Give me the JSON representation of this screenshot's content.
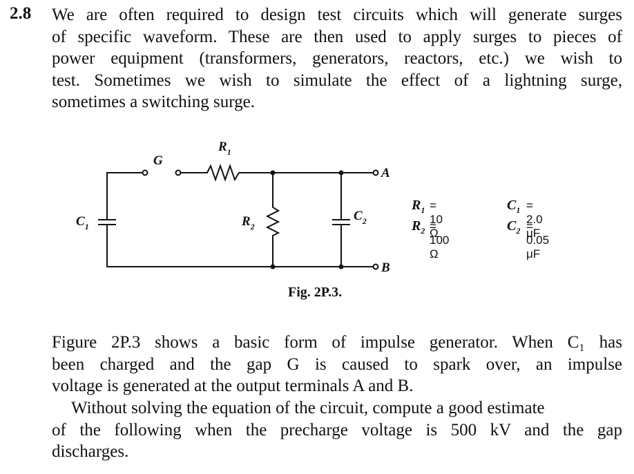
{
  "problem": {
    "number": "2.8",
    "intro_lines": [
      "We are often required to design test circuits which will generate surges",
      "of specific waveform. These are then used to apply surges to pieces of",
      "power equipment (transformers, generators, reactors, etc.) we wish to",
      "test. Sometimes we wish to simulate the effect of a lightning surge,",
      "sometimes a switching surge."
    ]
  },
  "figure": {
    "caption": "Fig. 2P.3.",
    "labels": {
      "R1": "R",
      "R1_sub": "1",
      "R2": "R",
      "R2_sub": "2",
      "C1": "C",
      "C1_sub": "1",
      "C2": "C",
      "C2_sub": "2",
      "G": "G",
      "A": "A",
      "B": "B"
    },
    "parameters": [
      {
        "sym": "R",
        "sub": "1",
        "value": "= 10 Ω"
      },
      {
        "sym": "C",
        "sub": "1",
        "value": "= 2.0 μF"
      },
      {
        "sym": "R",
        "sub": "2",
        "value": "= 100 Ω"
      },
      {
        "sym": "C",
        "sub": "2",
        "value": "= 0.05 μF"
      }
    ]
  },
  "body": {
    "p1_lines": [
      "Figure 2P.3 shows a basic form of impulse generator. When C₁ has",
      "been charged and the gap G is caused to spark over, an impulse",
      "voltage is generated at the output terminals A and B."
    ],
    "p2_lines": [
      "Without solving the equation of the circuit, compute a good estimate",
      "of the following when the precharge voltage is 500 kV and the gap",
      "discharges."
    ]
  }
}
